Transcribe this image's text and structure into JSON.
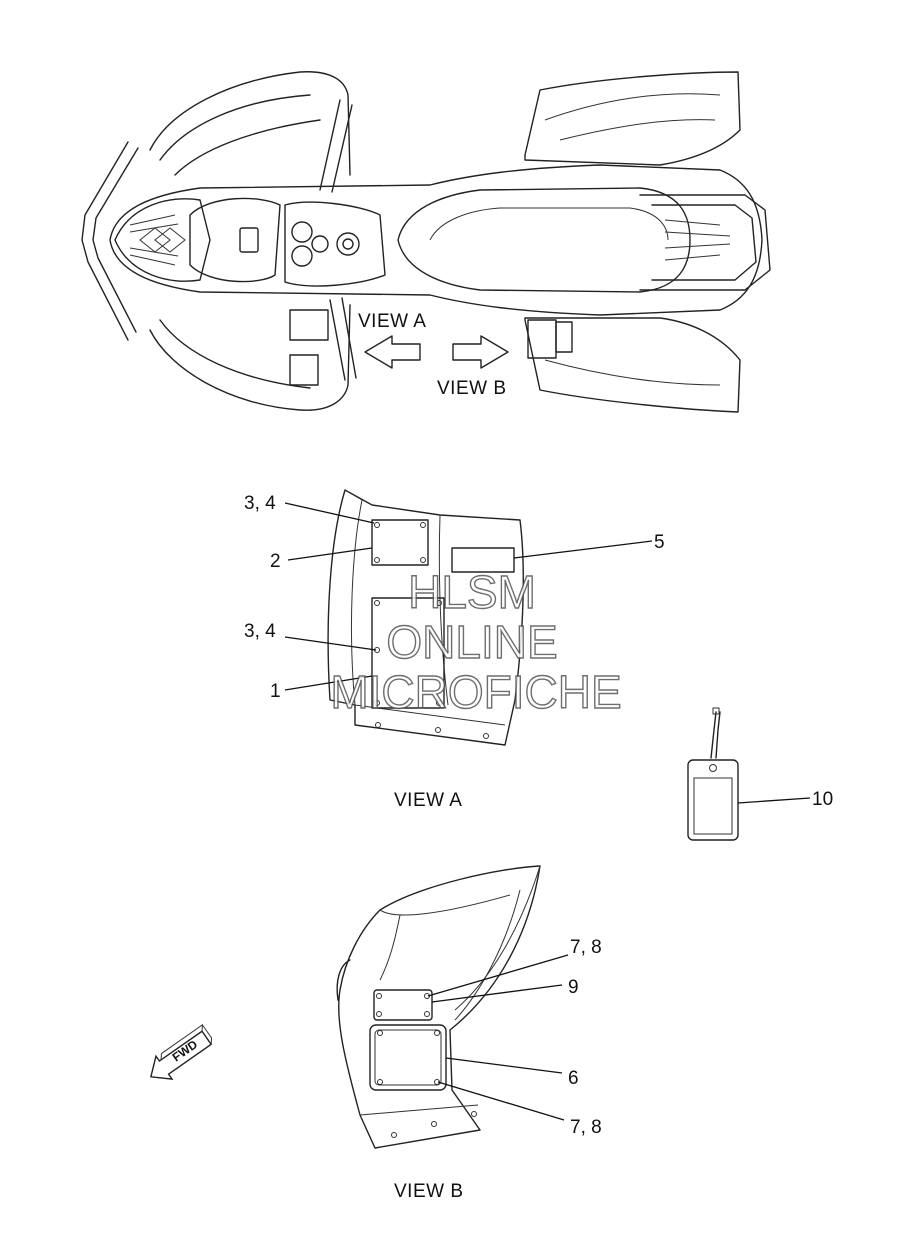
{
  "views": {
    "view_a_arrow_label": "VIEW A",
    "view_b_arrow_label": "VIEW B",
    "view_a_caption": "VIEW A",
    "view_b_caption": "VIEW B"
  },
  "callouts": {
    "a_3_4_top": "3, 4",
    "a_2": "2",
    "a_5": "5",
    "a_3_4_mid": "3, 4",
    "a_1": "1",
    "tag_10": "10",
    "b_7_8_top": "7, 8",
    "b_9": "9",
    "b_6": "6",
    "b_7_8_bottom": "7, 8"
  },
  "fwd_label": "FWD",
  "watermark": {
    "line1": "HLSM",
    "line2": "ONLINE",
    "line3": "MICROFICHE"
  }
}
